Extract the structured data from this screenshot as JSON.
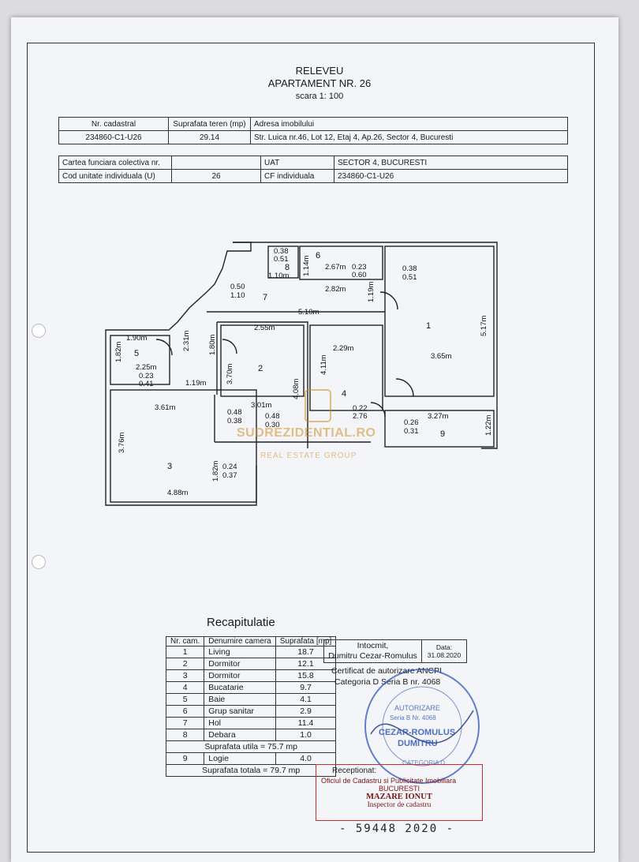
{
  "header": {
    "title": "RELEVEU",
    "subtitle": "APARTAMENT  NR. 26",
    "scale": "scara 1: 100"
  },
  "info_table_1": {
    "col1_label": "Nr. cadastral",
    "col2_label": "Suprafata teren (mp)",
    "col3_label": "Adresa imobilului",
    "col1_value": "234860-C1-U26",
    "col2_value": "29.14",
    "col3_value": "Str. Luica nr.46, Lot 12, Etaj 4, Ap.26, Sector 4, Bucuresti"
  },
  "info_table_2": {
    "row1_label": "Cartea funciara colectiva nr.",
    "row1_value": "",
    "row1_label2": "UAT",
    "row1_value2": "SECTOR 4, BUCURESTI",
    "row2_label": "Cod unitate individuala (U)",
    "row2_value": "26",
    "row2_label2": "CF individuala",
    "row2_value2": "234860-C1-U26"
  },
  "floor_plan": {
    "room_numbers": [
      "1",
      "2",
      "3",
      "4",
      "5",
      "6",
      "7",
      "8",
      "9"
    ],
    "dimensions": [
      "0.38",
      "0.51",
      "1.10m",
      "1.14m",
      "2.67m",
      "0.23",
      "0.60",
      "0.38",
      "0.51",
      "0.50",
      "1.10",
      "2.82m",
      "1.19m",
      "5.10m",
      "5.17m",
      "1.90m",
      "2.31m",
      "1.80m",
      "2.55m",
      "2.29m",
      "3.65m",
      "1.82m",
      "2.25m",
      "0.23",
      "0.41",
      "3.70m",
      "1.19m",
      "4.11m",
      "4.08m",
      "3.61m",
      "3.01m",
      "0.48",
      "0.38",
      "0.48",
      "0.30",
      "0.22",
      "2.76",
      "3.27m",
      "0.26",
      "0.31",
      "1.22m",
      "3.76m",
      "1.82m",
      "0.24",
      "0.37",
      "4.88m"
    ]
  },
  "watermark": {
    "line1": "SUDREZIDENTIAL.RO",
    "line2": "REAL ESTATE GROUP"
  },
  "recap": {
    "title": "Recapitulatie",
    "headers": [
      "Nr. cam.",
      "Denumire camera",
      "Suprafata [mp]"
    ],
    "rows": [
      {
        "nr": "1",
        "name": "Living",
        "area": "18.7"
      },
      {
        "nr": "2",
        "name": "Dormitor",
        "area": "12.1"
      },
      {
        "nr": "3",
        "name": "Dormitor",
        "area": "15.8"
      },
      {
        "nr": "4",
        "name": "Bucatarie",
        "area": "9.7"
      },
      {
        "nr": "5",
        "name": "Baie",
        "area": "4.1"
      },
      {
        "nr": "6",
        "name": "Grup sanitar",
        "area": "2.9"
      },
      {
        "nr": "7",
        "name": "Hol",
        "area": "11.4"
      },
      {
        "nr": "8",
        "name": "Debara",
        "area": "1.0"
      }
    ],
    "useful_area": "Suprafata utila = 75.7 mp",
    "row9": {
      "nr": "9",
      "name": "Logie",
      "area": "4.0"
    },
    "total_area": "Suprafata totala = 79.7 mp"
  },
  "author": {
    "label": "Intocmit,",
    "name": "Dumitru Cezar-Romulus",
    "date_label": "Data:",
    "date": "31.08.2020",
    "certificate": "Certificat de autorizare ANCPI",
    "category": "Categoria D Seria B nr. 4068"
  },
  "stamp_blue": {
    "line1": "CEZAR-ROMULUS",
    "line2": "DUMITRU",
    "line3": "AUTORIZARE",
    "line4": "Seria B  Nr. 4068",
    "line5": "CATEGORIA D"
  },
  "stamp_red": {
    "label": "Receptionat:",
    "line1": "Oficiul de Cadastru si Publicitate Imobiliara",
    "line2": "BUCURESTI",
    "name": "MAZARE IONUT",
    "role": "Inspector de cadastru"
  },
  "serial": "- 59448 2020 -",
  "colors": {
    "ink": "#1a1a1a",
    "stamp_blue": "#2f57b8",
    "stamp_red": "#b32626",
    "watermark": "#d48c28"
  }
}
